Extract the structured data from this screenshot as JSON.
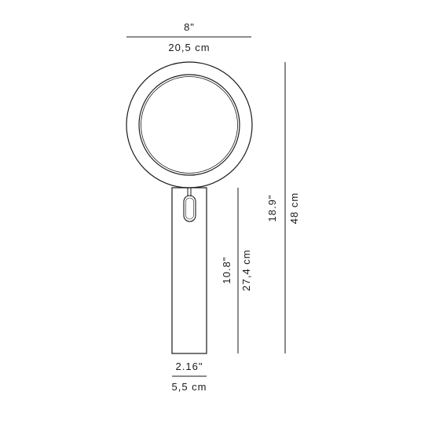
{
  "dimensions": {
    "width_in": "8\"",
    "width_cm": "20,5 cm",
    "total_height_in": "18.9\"",
    "total_height_cm": "48 cm",
    "base_height_in": "10.8\"",
    "base_height_cm": "27,4 cm",
    "base_width_in": "2.16\"",
    "base_width_cm": "5,5 cm"
  },
  "colors": {
    "stroke": "#1a1a1a",
    "background": "#ffffff"
  }
}
